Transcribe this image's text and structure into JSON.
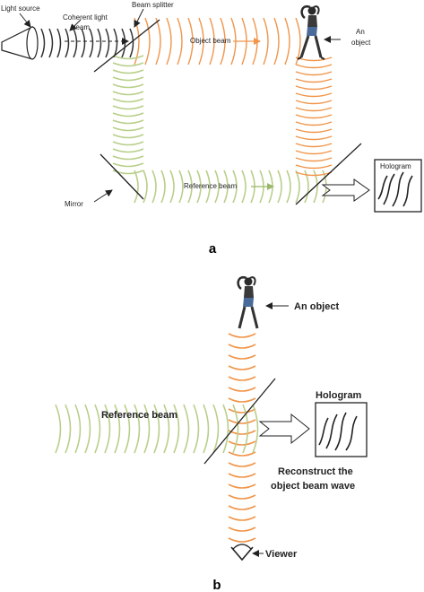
{
  "panel_a": {
    "label": "a",
    "light_source": "Light source",
    "coherent_line1": "Coherent light",
    "coherent_line2": "beam",
    "beam_splitter": "Beam splitter",
    "object_beam": "Object beam",
    "an_object_line1": "An",
    "an_object_line2": "object",
    "reference_beam": "Reference beam",
    "mirror": "Mirror",
    "hologram": "Hologram"
  },
  "panel_b": {
    "label": "b",
    "an_object": "An object",
    "reference_beam": "Reference beam",
    "hologram": "Hologram",
    "reconstruct_line1": "Reconstruct the",
    "reconstruct_line2": "object beam wave",
    "viewer": "Viewer"
  },
  "colors": {
    "object_beam": "#f0954a",
    "reference_beam": "#b8cf8a",
    "coherent_beam": "#333333",
    "lines": "#222222"
  }
}
